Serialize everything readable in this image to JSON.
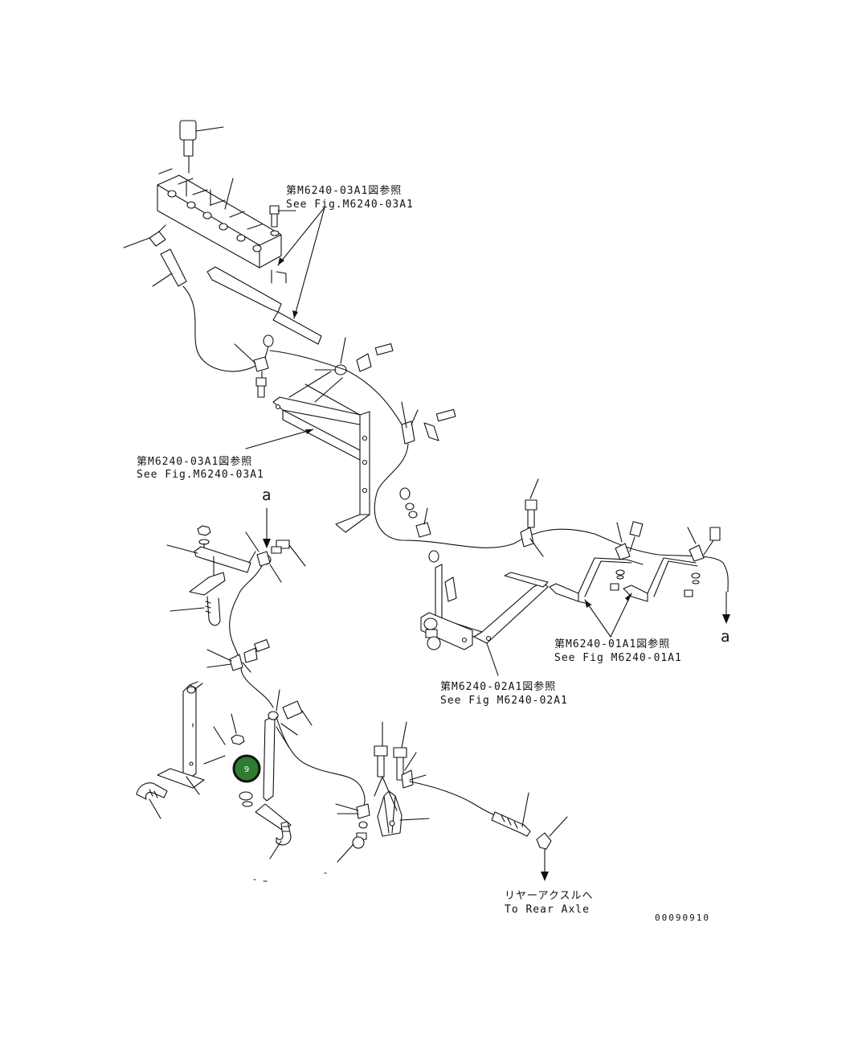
{
  "references": {
    "fig03_top": {
      "ja": "第M6240-03A1図参照",
      "en": "See Fig.M6240-03A1"
    },
    "fig03_mid": {
      "ja": "第M6240-03A1図参照",
      "en": "See Fig.M6240-03A1"
    },
    "fig01": {
      "ja": "第M6240-01A1図参照",
      "en": "See Fig M6240-01A1"
    },
    "fig02": {
      "ja": "第M6240-02A1図参照",
      "en": "See Fig M6240-02A1"
    }
  },
  "connection_a": {
    "top": "a",
    "right": "a"
  },
  "destination": {
    "ja": "リヤーアクスルへ",
    "en": "To Rear Axle"
  },
  "drawing_code": "00090910",
  "callout_marker": {
    "label": "9",
    "color": "#2e7d32"
  }
}
